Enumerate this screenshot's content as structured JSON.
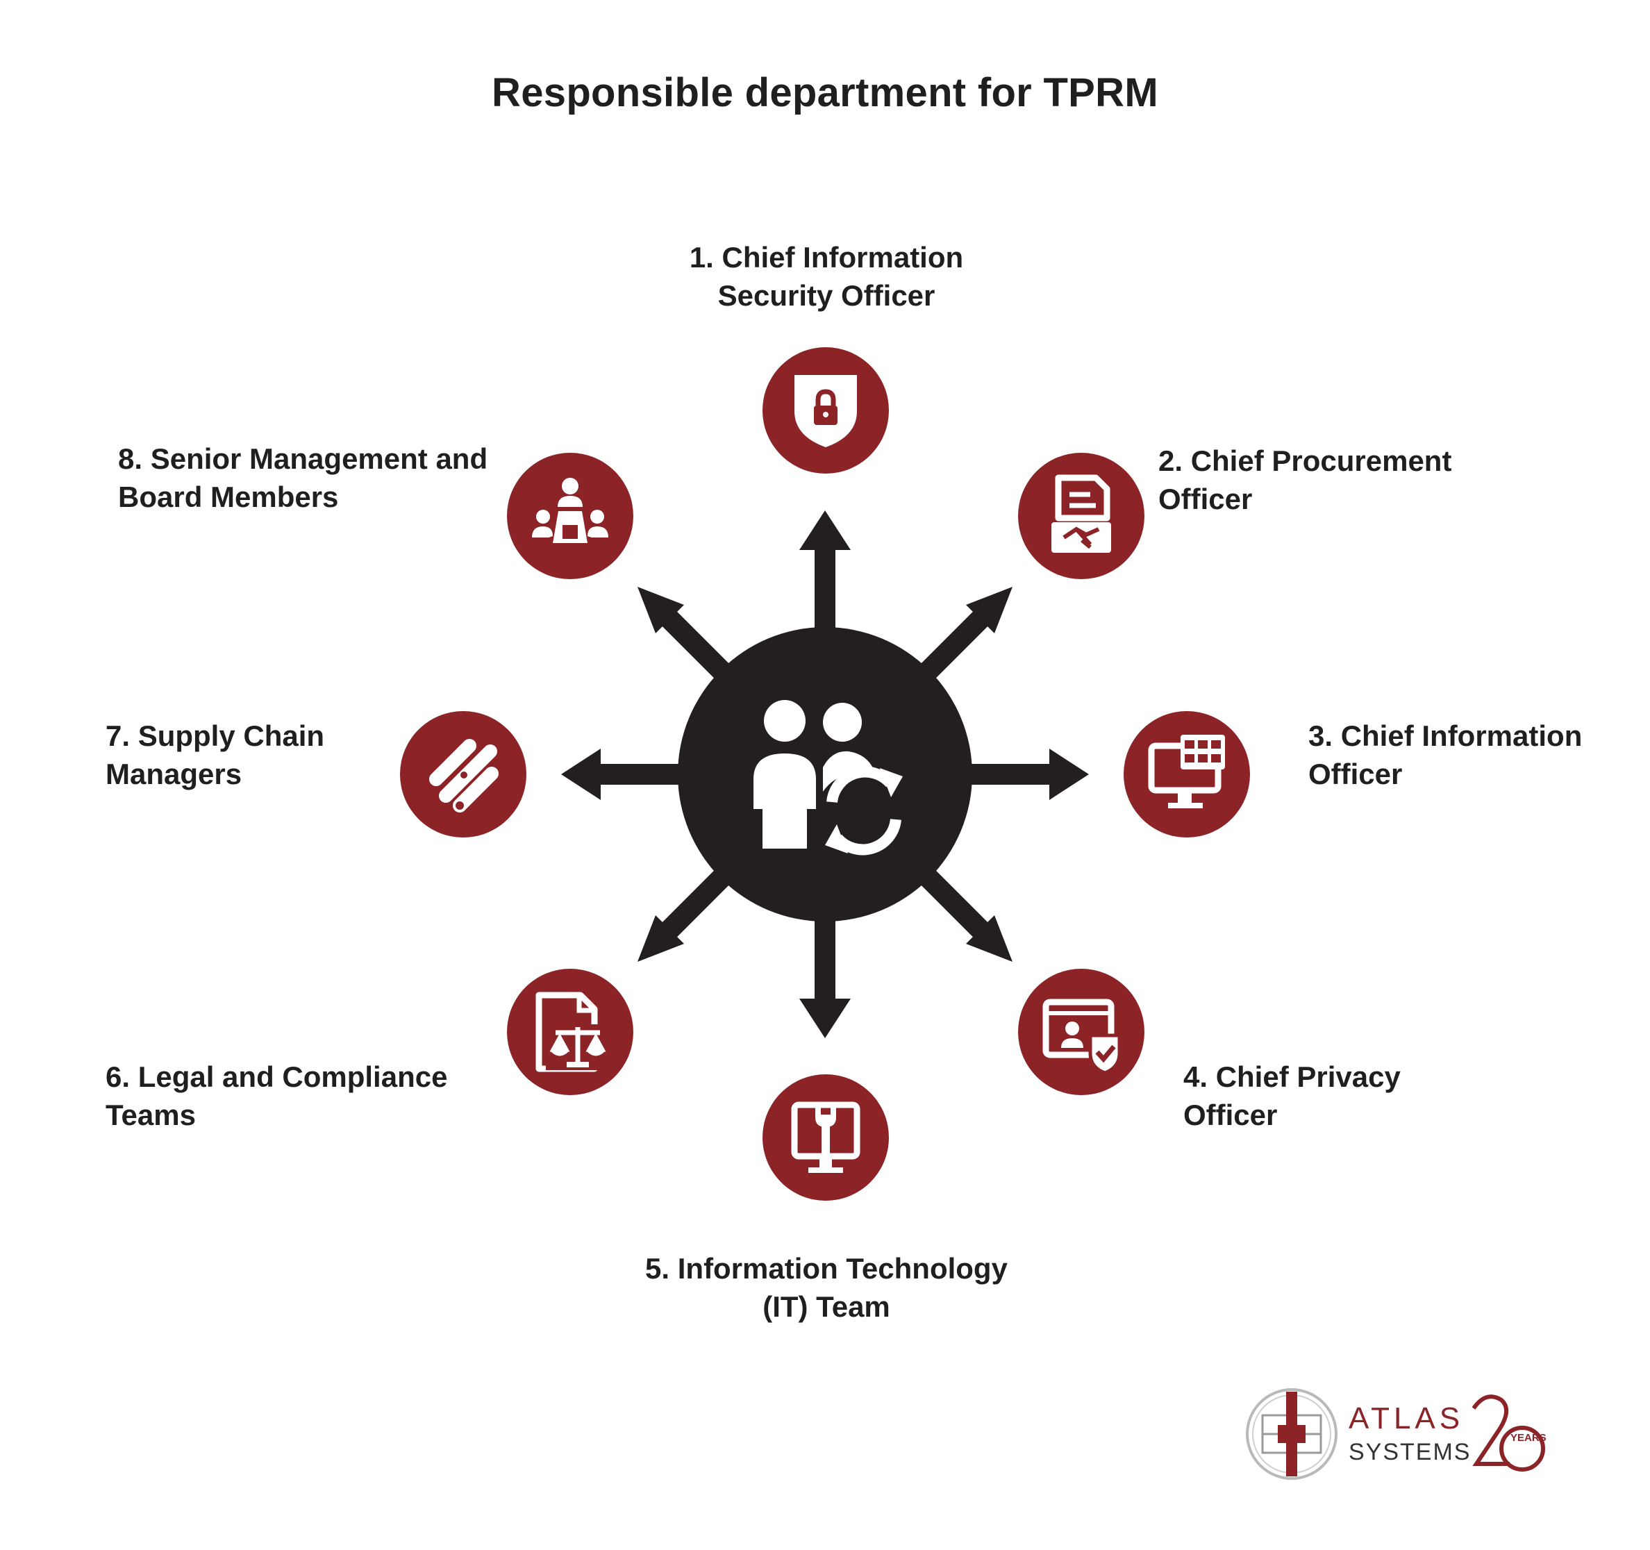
{
  "title": "Responsible department for TPRM",
  "accent_color": "#8b2327",
  "hub_color": "#231f20",
  "hub_icon": "users-refresh-icon",
  "departments": [
    {
      "lines": [
        "1. Chief Information",
        "Security Officer"
      ],
      "icon": "shield-lock-icon"
    },
    {
      "lines": [
        "2. Chief Procurement",
        "Officer"
      ],
      "icon": "contract-handshake-icon"
    },
    {
      "lines": [
        "3. Chief Information",
        "Officer"
      ],
      "icon": "monitor-grid-icon"
    },
    {
      "lines": [
        "4. Chief Privacy",
        "Officer"
      ],
      "icon": "profile-shield-check-icon"
    },
    {
      "lines": [
        "5. Information Technology",
        "(IT) Team"
      ],
      "icon": "monitor-wrench-icon"
    },
    {
      "lines": [
        "6. Legal and Compliance",
        "Teams"
      ],
      "icon": "document-scales-icon"
    },
    {
      "lines": [
        "7. Supply Chain",
        "Managers"
      ],
      "icon": "chain-links-icon"
    },
    {
      "lines": [
        "8. Senior Management and",
        "Board Members"
      ],
      "icon": "boardroom-meeting-icon"
    }
  ],
  "logo": {
    "line1": "ATLAS",
    "line2": "SYSTEMS",
    "badge_number": "20",
    "badge_text": "YEARS"
  }
}
